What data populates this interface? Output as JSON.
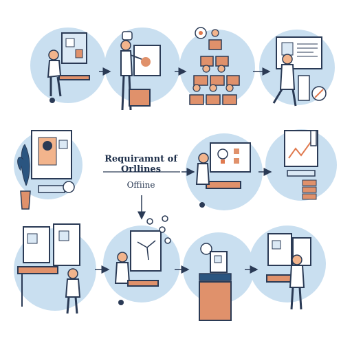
{
  "diagram": {
    "title": "Requiramnt of Orllines",
    "subtitle": "Offiine"
  },
  "colors": {
    "circle": "#c9dff0",
    "ink": "#2a3a55",
    "skin": "#f2b48c",
    "shirt": "#ffffff",
    "desk": "#e0916b",
    "screen": "#dbe9f5",
    "accent": "#e07a4f"
  },
  "icons": [
    "person-at-desk",
    "presenter-board",
    "classroom-seats",
    "reading-screen",
    "video-call",
    "lightbulb-screen",
    "chart-screen",
    "dual-monitor-desk",
    "network-screen",
    "lamp-desk",
    "double-screen-desk"
  ]
}
